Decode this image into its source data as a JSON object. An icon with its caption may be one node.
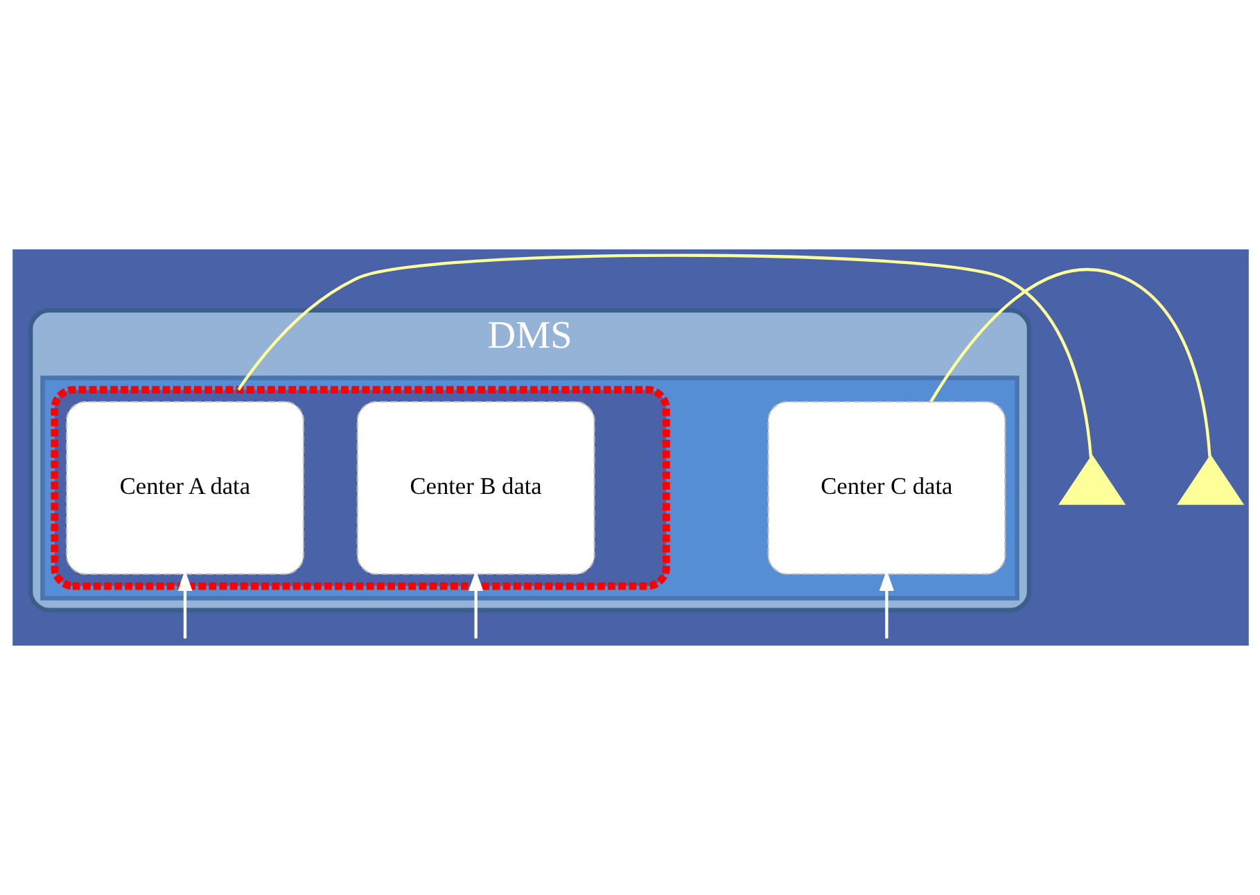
{
  "diagram": {
    "nodes": [
      {
        "text": [
          "DMS"
        ]
      },
      {
        "text": [],
        "shape": "cylinder",
        "in": 0
      },
      {
        "text": [],
        "shape": "box",
        "in": 1
      },
      {
        "text": [
          "Center A data"
        ],
        "in": 2
      },
      {
        "text": [
          "Center B data"
        ],
        "in": 2
      },
      {
        "text": [
          "Center C data"
        ],
        "in": 1
      },
      {
        "text": [],
        "shape": "callout"
      },
      {
        "text": [],
        "shape": "callout"
      }
    ],
    "edges": [
      {
        "from": null,
        "to": 3,
        "arrow": "to",
        "color": "#ffffff"
      },
      {
        "from": null,
        "to": 4,
        "arrow": "to",
        "color": "#ffffff"
      },
      {
        "from": null,
        "to": 5,
        "arrow": "to",
        "color": "#ffffff"
      },
      {
        "from": 6,
        "to": 2,
        "arrow": "none",
        "color": "#ffff99"
      },
      {
        "from": 7,
        "to": 5,
        "arrow": "none",
        "color": "#ffff99"
      }
    ]
  }
}
